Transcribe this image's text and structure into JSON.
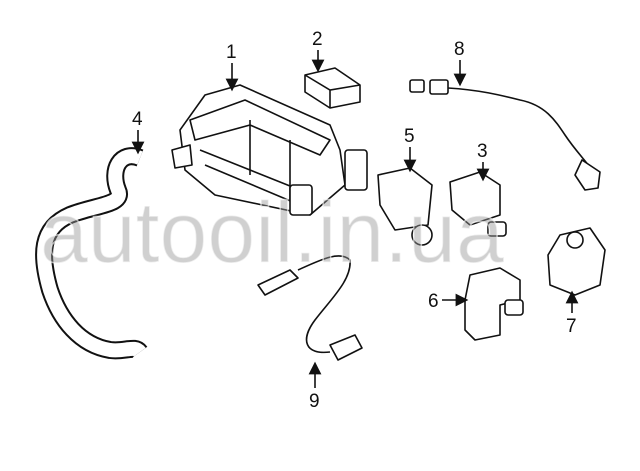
{
  "callouts": [
    {
      "id": "1",
      "label": "1"
    },
    {
      "id": "2",
      "label": "2"
    },
    {
      "id": "3",
      "label": "3"
    },
    {
      "id": "4",
      "label": "4"
    },
    {
      "id": "5",
      "label": "5"
    },
    {
      "id": "6",
      "label": "6"
    },
    {
      "id": "7",
      "label": "7"
    },
    {
      "id": "8",
      "label": "8"
    },
    {
      "id": "9",
      "label": "9"
    }
  ],
  "watermark": "autooil.in.ua"
}
